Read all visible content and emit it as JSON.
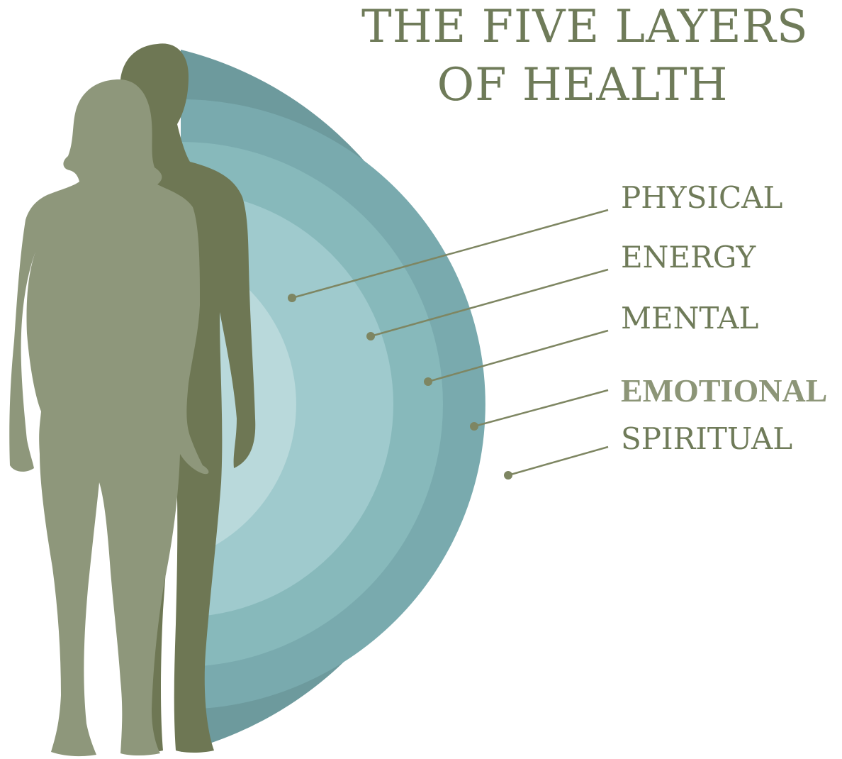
{
  "title": {
    "line1": "THE FIVE LAYERS",
    "line2": "OF HEALTH"
  },
  "layers": [
    {
      "label": "PHYSICAL",
      "color": "#b9d9db"
    },
    {
      "label": "ENERGY",
      "color": "#9fcacd"
    },
    {
      "label": "MENTAL",
      "color": "#87b9bb"
    },
    {
      "label": "EMOTIONAL",
      "color": "#79aaae"
    },
    {
      "label": "SPIRITUAL",
      "color": "#6d9a9d"
    }
  ],
  "colors": {
    "title": "#6f7b59",
    "leader_line": "#7e8662",
    "female_silhouette": "#8e977b",
    "male_silhouette": "#6e7754"
  }
}
